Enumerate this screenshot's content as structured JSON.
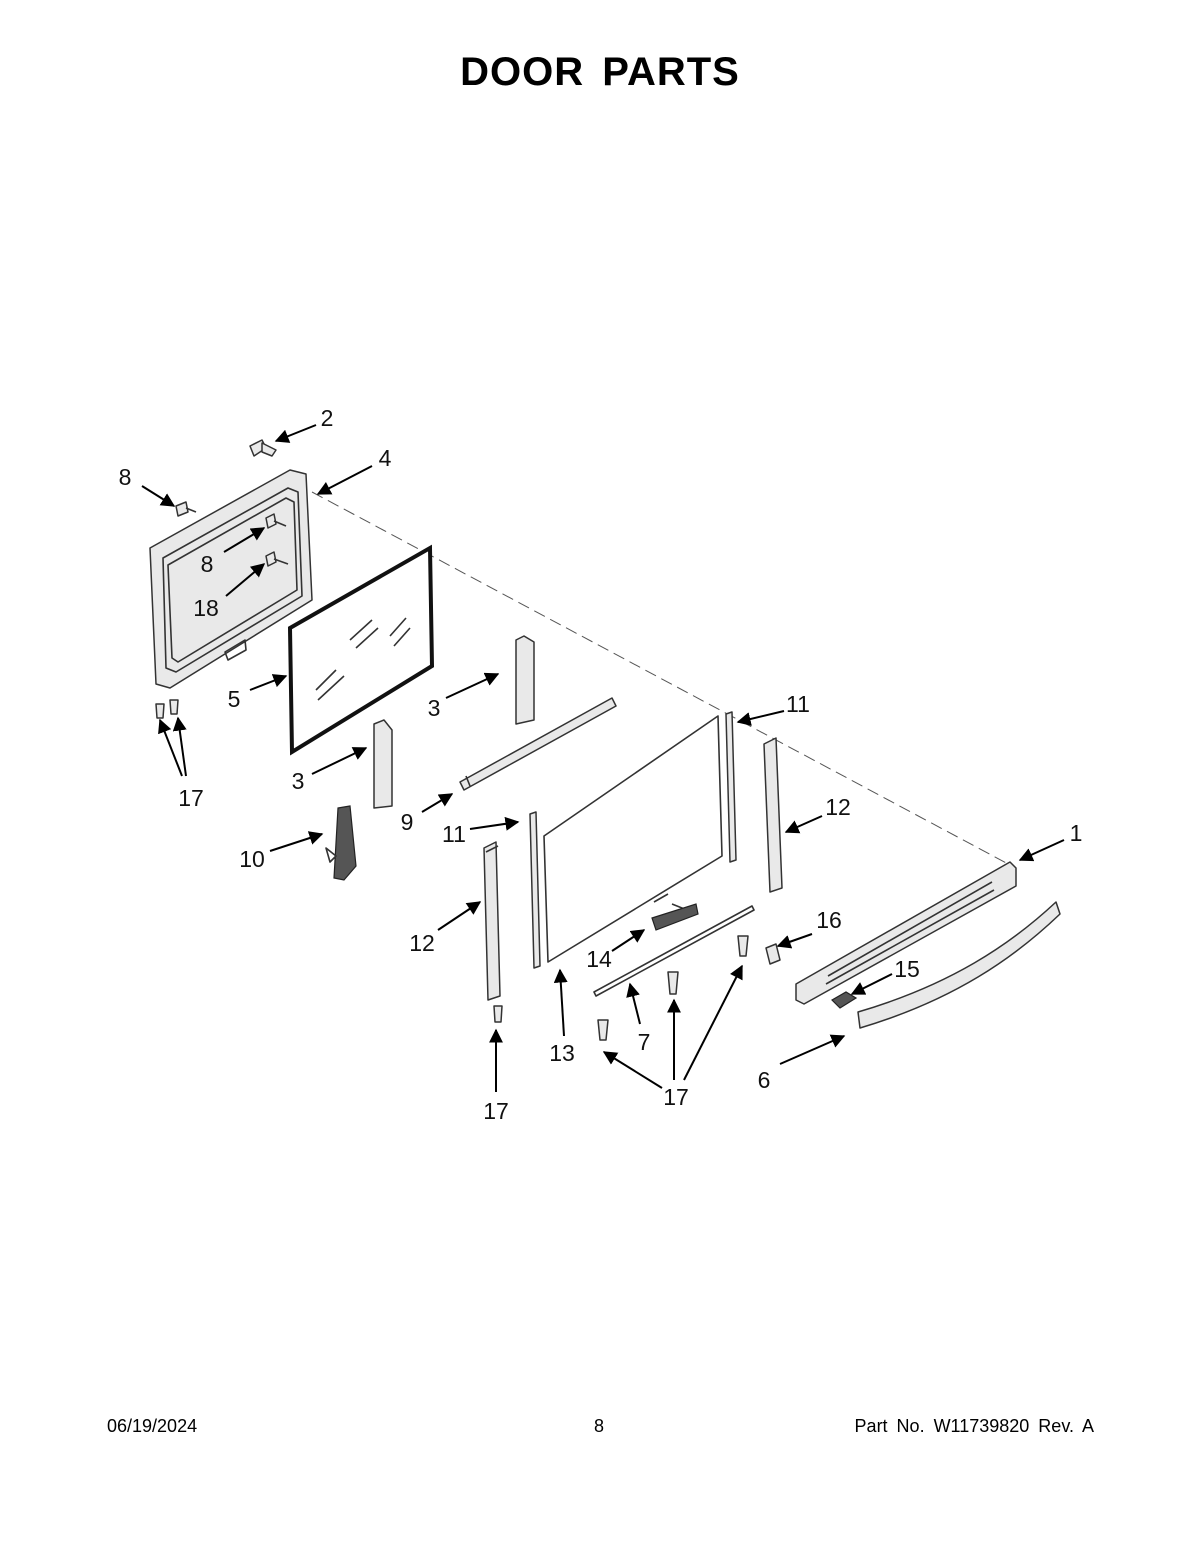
{
  "title": "DOOR PARTS",
  "callouts": [
    {
      "id": "c1",
      "text": "1"
    },
    {
      "id": "c2",
      "text": "2"
    },
    {
      "id": "c3a",
      "text": "3"
    },
    {
      "id": "c3b",
      "text": "3"
    },
    {
      "id": "c4",
      "text": "4"
    },
    {
      "id": "c5",
      "text": "5"
    },
    {
      "id": "c6",
      "text": "6"
    },
    {
      "id": "c7",
      "text": "7"
    },
    {
      "id": "c8a",
      "text": "8"
    },
    {
      "id": "c8b",
      "text": "8"
    },
    {
      "id": "c9",
      "text": "9"
    },
    {
      "id": "c10",
      "text": "10"
    },
    {
      "id": "c11a",
      "text": "11"
    },
    {
      "id": "c11b",
      "text": "11"
    },
    {
      "id": "c12a",
      "text": "12"
    },
    {
      "id": "c12b",
      "text": "12"
    },
    {
      "id": "c13",
      "text": "13"
    },
    {
      "id": "c14",
      "text": "14"
    },
    {
      "id": "c15",
      "text": "15"
    },
    {
      "id": "c16",
      "text": "16"
    },
    {
      "id": "c17a",
      "text": "17"
    },
    {
      "id": "c17b",
      "text": "17"
    },
    {
      "id": "c17c",
      "text": "17"
    },
    {
      "id": "c18",
      "text": "18"
    }
  ],
  "footer": {
    "date": "06/19/2024",
    "page": "8",
    "part": "Part No.  W11739820  Rev.  A"
  }
}
